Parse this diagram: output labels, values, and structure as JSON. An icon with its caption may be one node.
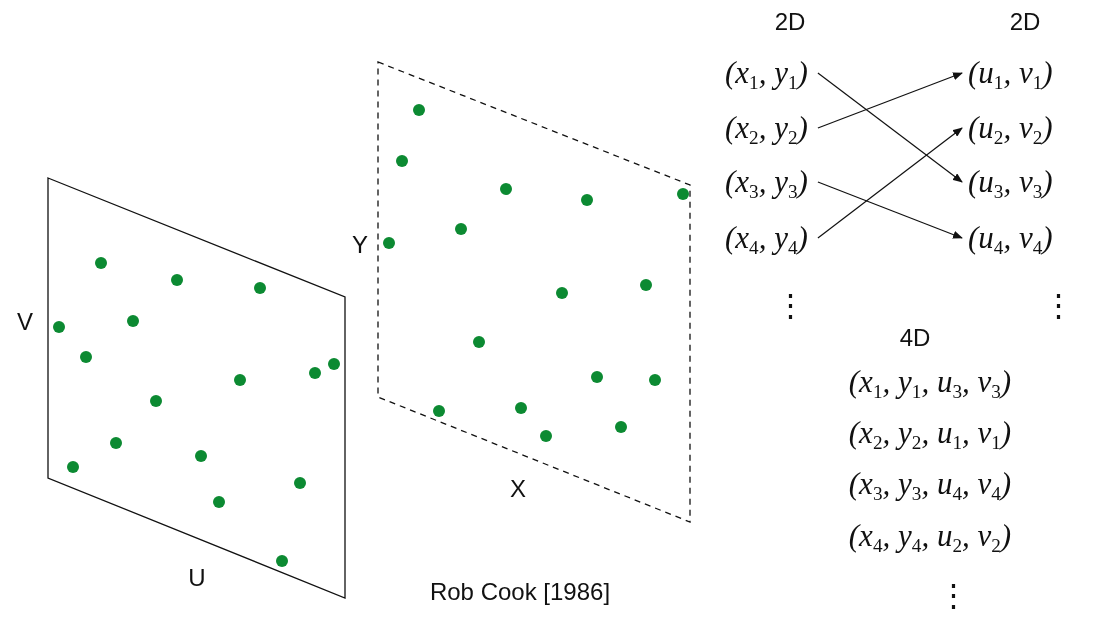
{
  "diagram": {
    "nodes": [
      {
        "text": [
          "(x$_{1}$, y$_{1}$)"
        ]
      },
      {
        "text": [
          "(x$_{2}$, y$_{2}$)"
        ]
      },
      {
        "text": [
          "(x$_{3}$, y$_{3}$)"
        ]
      },
      {
        "text": [
          "(x$_{4}$, y$_{4}$)"
        ]
      },
      {
        "text": [
          "(u$_{1}$, v$_{1}$)"
        ]
      },
      {
        "text": [
          "(u$_{2}$, v$_{2}$)"
        ]
      },
      {
        "text": [
          "(u$_{3}$, v$_{3}$)"
        ]
      },
      {
        "text": [
          "(u$_{4}$, v$_{4}$)"
        ]
      }
    ],
    "edges": [
      {
        "from": 0,
        "to": 6,
        "arrow": "to"
      },
      {
        "from": 1,
        "to": 4,
        "arrow": "to"
      },
      {
        "from": 2,
        "to": 7,
        "arrow": "to"
      },
      {
        "from": 3,
        "to": 5,
        "arrow": "to"
      }
    ],
    "labels": [
      "2D",
      "2D",
      "Y",
      "V",
      "⋮",
      "⋮",
      "4D",
      "(x$_{1}$, y$_{1}$, u$_{3}$, v$_{3}$)",
      "(x$_{2}$, y$_{2}$, u$_{1}$, v$_{1}$)",
      "(x$_{3}$, y$_{3}$, u$_{4}$, v$_{4}$)",
      "(x$_{4}$, y$_{4}$, u$_{2}$, v$_{2}$)",
      "X",
      "U",
      "Rob Cook [1986]",
      "⋮"
    ]
  }
}
